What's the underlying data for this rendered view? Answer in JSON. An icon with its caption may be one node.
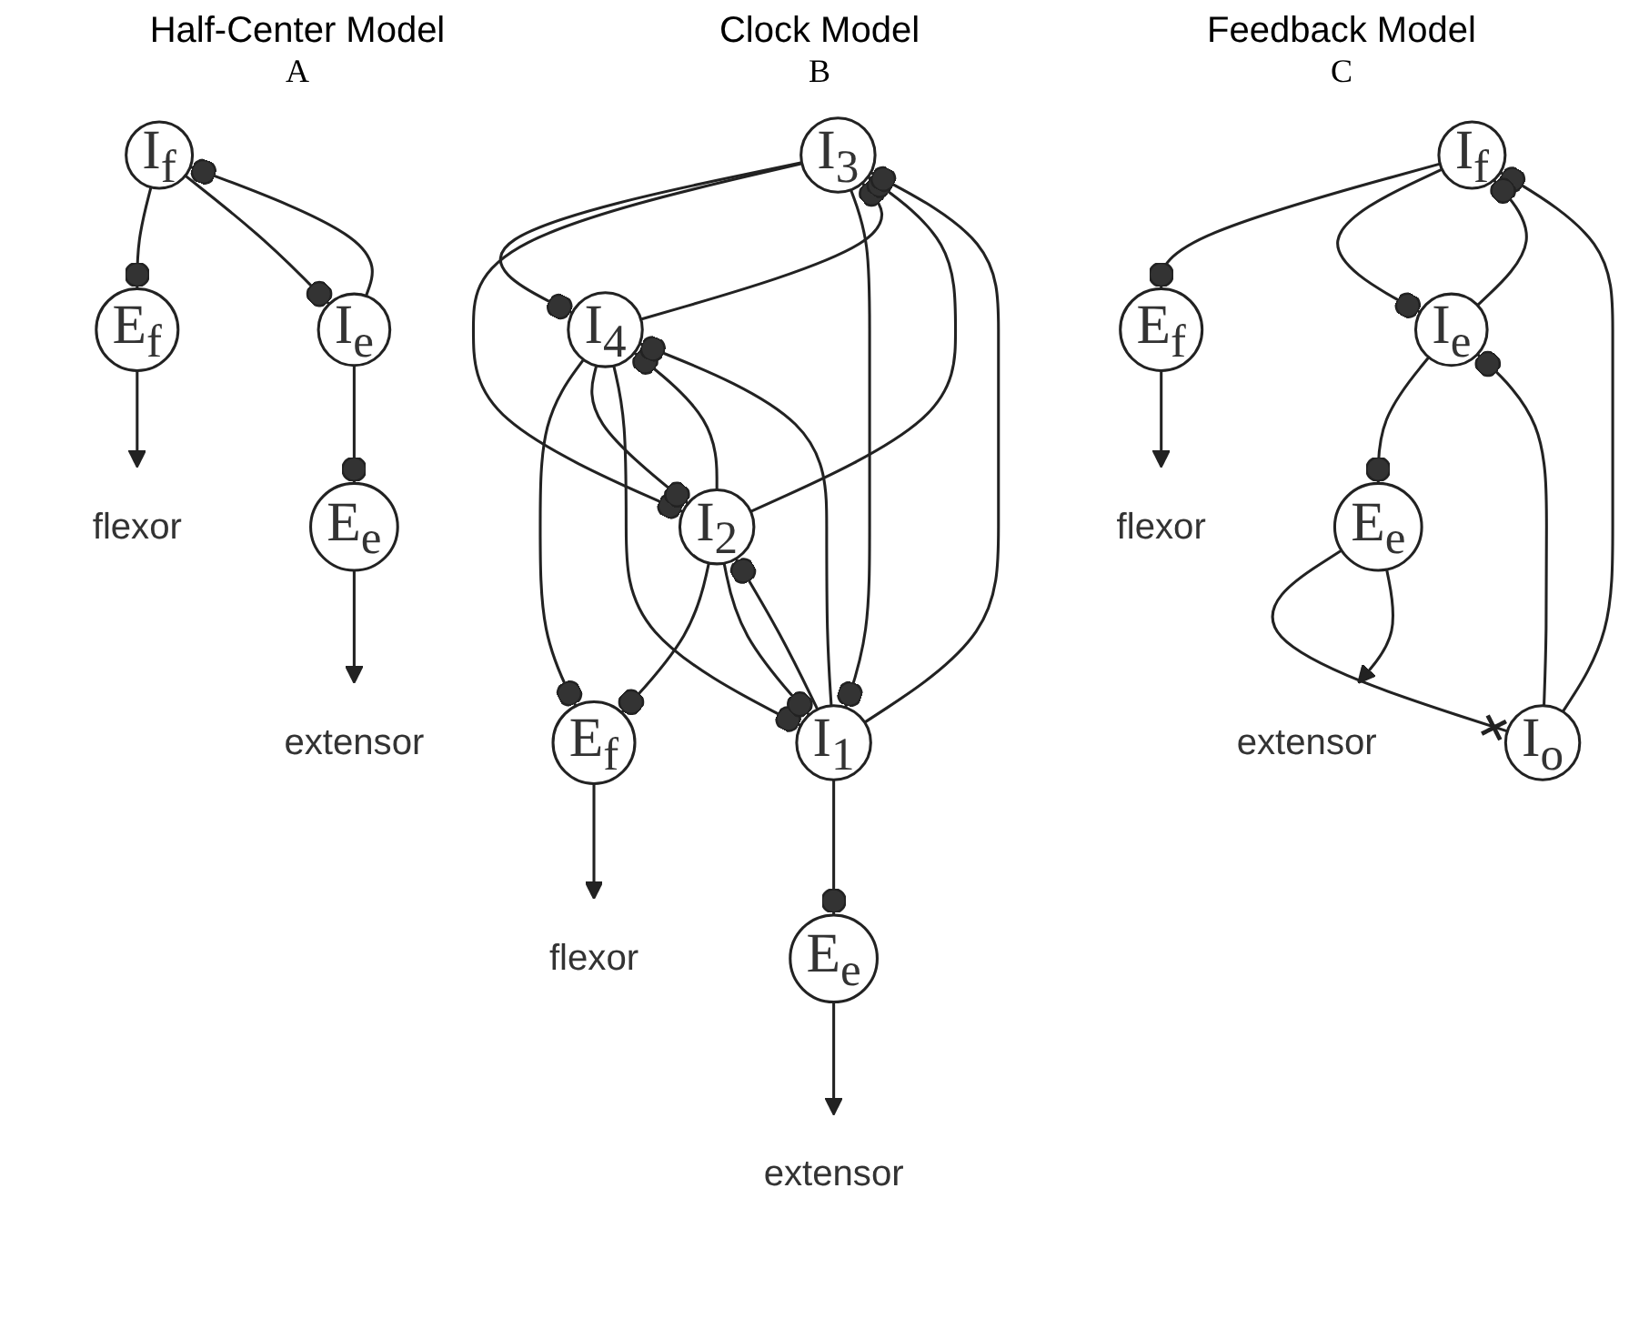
{
  "diagram": {
    "nodes": [
      {
        "text": [
          "flexor"
        ]
      },
      {
        "text": [
          "E$_{f}$"
        ]
      },
      {
        "text": [
          "I$_{f}$"
        ]
      },
      {
        "text": [
          "I$_{e}$"
        ]
      },
      {
        "text": [
          "E$_{e}$"
        ]
      },
      {
        "text": [
          "extensor"
        ]
      },
      {
        "text": [
          "flexor"
        ]
      },
      {
        "text": [
          "E$_{f}$"
        ]
      },
      {
        "text": [
          "I$_{3}$"
        ]
      },
      {
        "text": [
          "I$_{4}$"
        ]
      },
      {
        "text": [
          "I$_{2}$"
        ]
      },
      {
        "text": [
          "I$_{1}$"
        ]
      },
      {
        "text": [
          "E$_{e}$"
        ]
      },
      {
        "text": [
          "extensor"
        ]
      },
      {
        "text": [
          "flexor"
        ]
      },
      {
        "text": [
          "E$_{f}$"
        ]
      },
      {
        "text": [
          "I$_{f}$"
        ]
      },
      {
        "text": [
          "I$_{o}$"
        ]
      },
      {
        "text": [
          "I$_{e}$"
        ]
      },
      {
        "text": [
          "E$_{e}$"
        ]
      },
      {
        "text": [
          "extensor"
        ]
      }
    ],
    "edges": [
      {
        "from": 1,
        "to": 0,
        "arrow": "to"
      },
      {
        "from": 2,
        "to": 1,
        "arrow": "other"
      },
      {
        "from": 3,
        "to": 2,
        "arrow": "other"
      },
      {
        "from": 2,
        "to": 3,
        "arrow": "other"
      },
      {
        "from": 3,
        "to": 4,
        "arrow": "other"
      },
      {
        "from": 4,
        "to": 5,
        "arrow": "to"
      },
      {
        "from": 7,
        "to": 6,
        "arrow": "to"
      },
      {
        "from": 9,
        "to": 7,
        "arrow": "other"
      },
      {
        "from": 10,
        "to": 7,
        "arrow": "other"
      },
      {
        "from": 8,
        "to": 9,
        "arrow": "other"
      },
      {
        "from": 9,
        "to": 8,
        "arrow": "other"
      },
      {
        "from": 8,
        "to": 10,
        "arrow": "other"
      },
      {
        "from": 10,
        "to": 8,
        "arrow": "other"
      },
      {
        "from": 8,
        "to": 11,
        "arrow": "other"
      },
      {
        "from": 11,
        "to": 8,
        "arrow": "other"
      },
      {
        "from": 9,
        "to": 10,
        "arrow": "other"
      },
      {
        "from": 10,
        "to": 9,
        "arrow": "other"
      },
      {
        "from": 9,
        "to": 11,
        "arrow": "other"
      },
      {
        "from": 11,
        "to": 9,
        "arrow": "other"
      },
      {
        "from": 10,
        "to": 11,
        "arrow": "other"
      },
      {
        "from": 11,
        "to": 10,
        "arrow": "other"
      },
      {
        "from": 11,
        "to": 12,
        "arrow": "other"
      },
      {
        "from": 12,
        "to": 13,
        "arrow": "to"
      },
      {
        "from": 15,
        "to": 14,
        "arrow": "to"
      },
      {
        "from": 16,
        "to": 15,
        "arrow": "other"
      },
      {
        "from": 17,
        "to": 16,
        "arrow": "other"
      },
      {
        "from": 17,
        "to": 18,
        "arrow": "other"
      },
      {
        "from": 18,
        "to": 16,
        "arrow": "other"
      },
      {
        "from": 16,
        "to": 18,
        "arrow": "other"
      },
      {
        "from": 18,
        "to": 19,
        "arrow": "other"
      },
      {
        "from": 19,
        "to": 17,
        "arrow": "other"
      },
      {
        "from": 19,
        "to": 20,
        "arrow": "to"
      }
    ],
    "labels": [
      "Half-Center Model",
      "Clock Model",
      "Feedback Model",
      "A",
      "B",
      "C"
    ]
  }
}
